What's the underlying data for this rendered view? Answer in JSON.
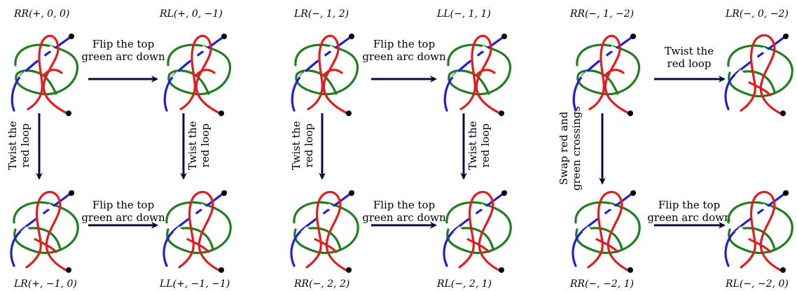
{
  "colors": {
    "green_strand": "#1f7f1f",
    "red_strand": "#e31d1d",
    "blue_strand": "#1f1fd6",
    "arrow": "#0b0b3b"
  },
  "panels": [
    {
      "labels": {
        "top_left": "RR(+, 0, 0)",
        "top_right": "RL(+, 0, −1)",
        "bottom_left": "LR(+, −1, 0)",
        "bottom_right": "LL(+, −1, −1)"
      },
      "captions": {
        "top_arrow_line1": "Flip the top",
        "top_arrow_line2": "green arc down",
        "bottom_arrow_line1": "Flip the top",
        "bottom_arrow_line2": "green arc down",
        "left_arrow_line1": "Twist the",
        "left_arrow_line2": "red loop",
        "right_arrow_line1": "Twist the",
        "right_arrow_line2": "red loop"
      }
    },
    {
      "labels": {
        "top_left": "LR(−, 1, 2)",
        "top_right": "LL(−, 1, 1)",
        "bottom_left": "RR(−, 2, 2)",
        "bottom_right": "RL(−, 2, 1)"
      },
      "captions": {
        "top_arrow_line1": "Flip the top",
        "top_arrow_line2": "green arc down",
        "bottom_arrow_line1": "Flip the top",
        "bottom_arrow_line2": "green arc down",
        "left_arrow_line1": "Twist the",
        "left_arrow_line2": "red loop",
        "right_arrow_line1": "Twist the",
        "right_arrow_line2": "red loop"
      }
    },
    {
      "labels": {
        "top_left": "RR(−, 1, −2)",
        "top_right": "LR(−, 0, −2)",
        "bottom_left": "RR(−, −2, 1)",
        "bottom_right": "RL(−, −2, 0)"
      },
      "captions": {
        "top_arrow_line1": "Twist the",
        "top_arrow_line2": "red loop",
        "bottom_arrow_line1": "Flip the top",
        "bottom_arrow_line2": "green arc down",
        "left_arrow_line1": "Swap red and",
        "left_arrow_line2": "green crossings"
      }
    }
  ]
}
